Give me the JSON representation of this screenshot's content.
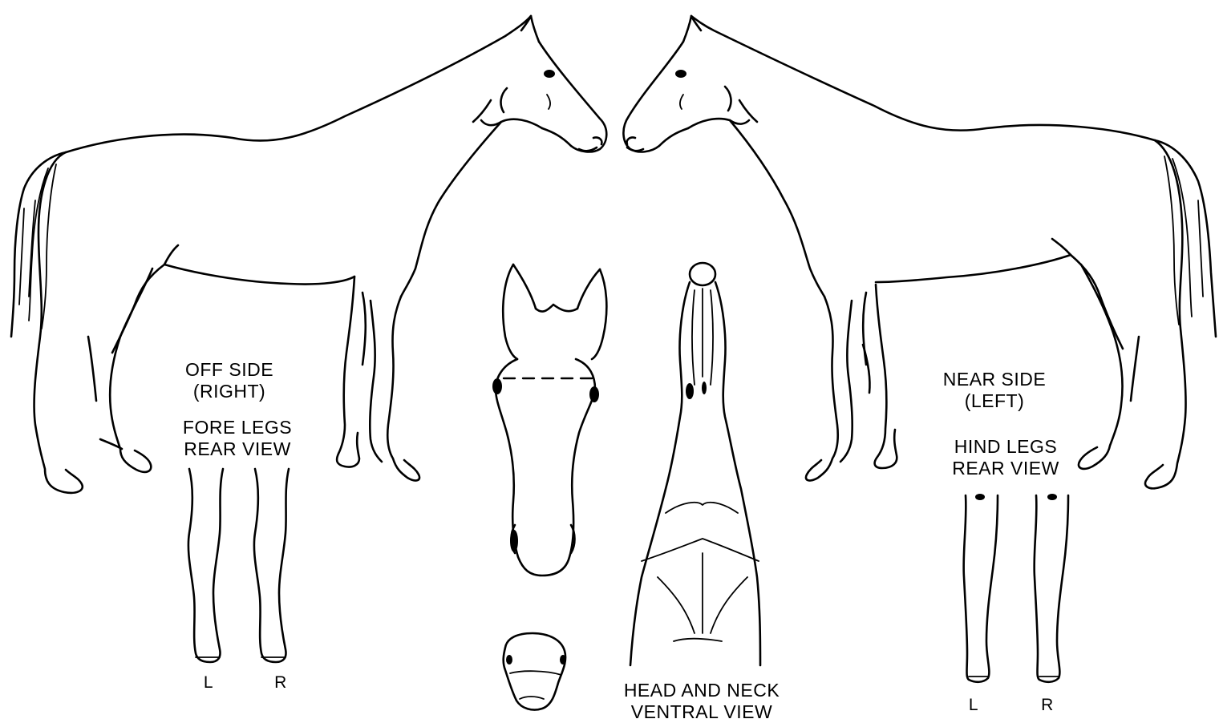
{
  "labels": {
    "off_side_1": "OFF SIDE",
    "off_side_2": "(RIGHT)",
    "fore_legs_1": "FORE LEGS",
    "fore_legs_2": "REAR VIEW",
    "fore_left": "L",
    "fore_right": "R",
    "near_side_1": "NEAR SIDE",
    "near_side_2": "(LEFT)",
    "hind_legs_1": "HIND LEGS",
    "hind_legs_2": "REAR VIEW",
    "hind_left": "L",
    "hind_right": "R",
    "head_neck_1": "HEAD AND NECK",
    "head_neck_2": "VENTRAL VIEW"
  },
  "style": {
    "line_color": "#000000",
    "background": "#ffffff"
  }
}
